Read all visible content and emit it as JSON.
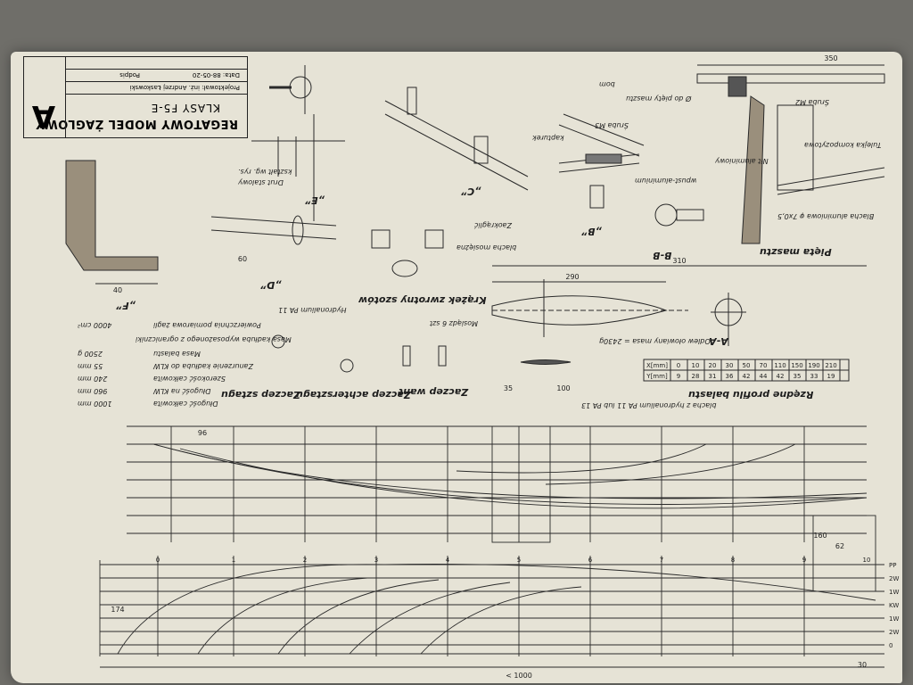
{
  "title_block": {
    "logo": "A",
    "title_line1": "REGATOWY MODEL ŻAGLOWY",
    "title_line2": "KLASY F5-E",
    "designer": "Projektował: inż. Andrzej Łaskowski",
    "date": "Data: 88-05-20",
    "signature": "Podpis"
  },
  "sections": {
    "pieta_masztu": "Pięta masztu",
    "bb": "B-B",
    "b_detail": "„B”",
    "c_detail": "„C”",
    "d_detail": "„D”",
    "e_detail": "„E”",
    "f_detail": "„F”",
    "krazek": "Krążek zwrotny szotów",
    "zaczep_want": "Zaczep want",
    "zaczep_achtersztagu": "Zaczep achtersztagu",
    "zaczep_sztagu": "Zaczep sztagu",
    "rzedne": "Rzędne profilu balastu",
    "aa": "A-A"
  },
  "notes": {
    "bom": "bom",
    "do_piety": "Ø do pięty masztu",
    "kapturek": "kapturek",
    "wpust": "wpust-aluminium",
    "sruba_m2": "Śruba M2",
    "sruba_m3": "Śruba M3",
    "nit": "Nit aluminiowy",
    "odlew": "Odlew ołowiany masa = 2430g",
    "blacha": "blacha z hydronalium PA 11 lub PA 13",
    "hydronalium": "Hydronalium PA 11",
    "mosiadz": "Mosiądz 6 szt",
    "blacha_mosiezna": "blacha mosiężna",
    "drut_stalowy": "Drut stalowy",
    "ksztalt": "kształt wg. rys.",
    "blacha_aluminium": "Blacha aluminiowa φ 7x0,5",
    "tuleja": "Tulejka kompozytowa",
    "tolerancje": "Zaokrąglić"
  },
  "specs": {
    "dlugosc_calkowita": {
      "label": "Długość całkowita",
      "value": "1000 mm"
    },
    "dlugosc_kw": {
      "label": "Długość na KLW",
      "value": "960 mm"
    },
    "szerokosc": {
      "label": "Szerokość całkowita",
      "value": "240 mm"
    },
    "zanurzenie": {
      "label": "Zanurzenie kadłuba do KLW",
      "value": "55 mm"
    },
    "masa_balastu": {
      "label": "Masa balastu",
      "value": "2500 g"
    },
    "masa_kadluba": {
      "label": "Masa kadłuba wyposażonego z ograniczniki",
      "value": ""
    },
    "powierzchnia": {
      "label": "Powierzchnia pomiarowa żagli",
      "value": "4000 cm²"
    }
  },
  "ballast_table": {
    "headers": [
      "X[mm]",
      "Y[mm]"
    ],
    "x": [
      "0",
      "10",
      "20",
      "30",
      "50",
      "70",
      "110",
      "150",
      "190",
      "210"
    ],
    "y": [
      "9",
      "28",
      "31",
      "36",
      "42",
      "44",
      "42",
      "35",
      "33",
      "19"
    ]
  },
  "dimensions": {
    "ballast_len": "290",
    "ballast_full": "310",
    "d100": "100",
    "d35": "35",
    "hull_len": "< 1000",
    "hull_len2": "96",
    "d30": "30",
    "d174": "174",
    "d60": "60",
    "d40": "40",
    "d62": "62",
    "d160": "160",
    "d350": "350"
  },
  "waterlines": [
    "PP",
    "2W",
    "1W",
    "KW",
    "1W",
    "2W",
    "0"
  ],
  "stations": [
    "0",
    "1",
    "2",
    "3",
    "4",
    "5",
    "6",
    "7",
    "8",
    "9",
    "10"
  ]
}
